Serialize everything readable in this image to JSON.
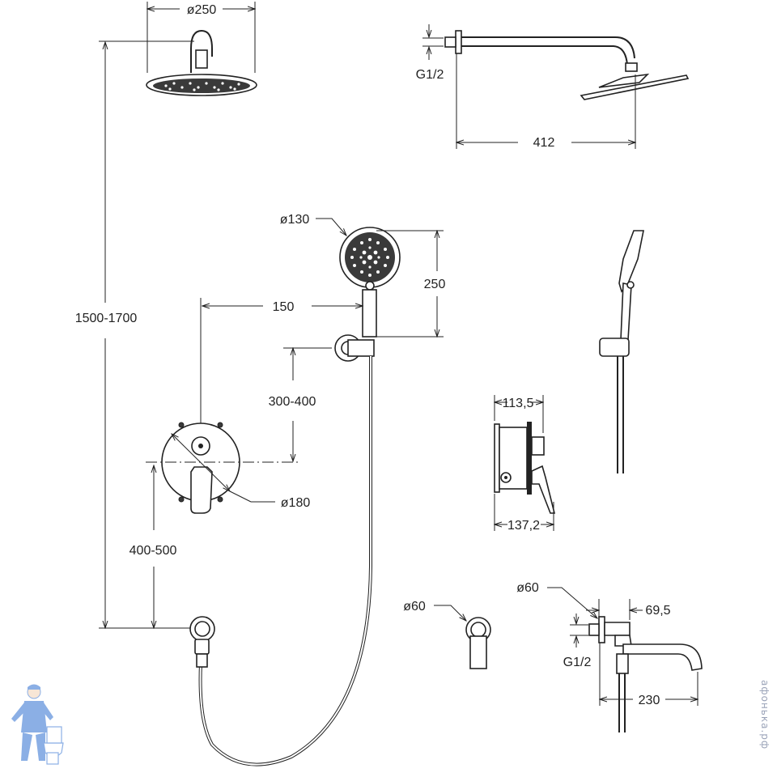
{
  "dimensions": {
    "rain_diameter": "ø250",
    "arm_thread": "G1/2",
    "arm_length": "412",
    "hand_diameter": "ø130",
    "hand_length": "250",
    "holder_offset": "150",
    "holder_height": "300-400",
    "total_height": "1500-1700",
    "mixer_height": "400-500",
    "plate_diameter": "ø180",
    "box_depth": "113,5",
    "box_total": "137,2",
    "outlet_diameter": "ø60",
    "spout_flange": "ø60",
    "spout_offset": "69,5",
    "spout_thread": "G1/2",
    "spout_length": "230"
  },
  "watermark": "афонька.рф",
  "colors": {
    "line": "#222222",
    "mascot": "#2e6fd1"
  }
}
